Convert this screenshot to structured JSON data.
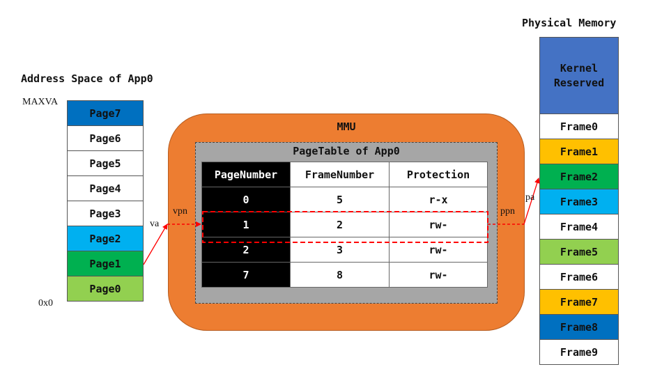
{
  "address_space": {
    "title": "Address Space of App0",
    "top_label": "MAXVA",
    "bottom_label": "0x0",
    "pages": [
      {
        "label": "Page7",
        "color": "#0070c0"
      },
      {
        "label": "Page6",
        "color": "#ffffff"
      },
      {
        "label": "Page5",
        "color": "#ffffff"
      },
      {
        "label": "Page4",
        "color": "#ffffff"
      },
      {
        "label": "Page3",
        "color": "#ffffff"
      },
      {
        "label": "Page2",
        "color": "#00b0f0"
      },
      {
        "label": "Page1",
        "color": "#00b050"
      },
      {
        "label": "Page0",
        "color": "#92d050"
      }
    ]
  },
  "mmu": {
    "label": "MMU",
    "color": "#ed7d31",
    "page_table": {
      "title": "PageTable of App0",
      "headers": [
        "PageNumber",
        "FrameNumber",
        "Protection"
      ],
      "rows": [
        [
          "0",
          "5",
          "r-x"
        ],
        [
          "1",
          "2",
          "rw-"
        ],
        [
          "2",
          "3",
          "rw-"
        ],
        [
          "7",
          "8",
          "rw-"
        ]
      ]
    }
  },
  "physical_memory": {
    "title": "Physical Memory",
    "kernel": {
      "line1": "Kernel",
      "line2": "Reserved",
      "color": "#4472c4"
    },
    "frames": [
      {
        "label": "Frame0",
        "color": "#ffffff"
      },
      {
        "label": "Frame1",
        "color": "#ffc000"
      },
      {
        "label": "Frame2",
        "color": "#00b050"
      },
      {
        "label": "Frame3",
        "color": "#00b0f0"
      },
      {
        "label": "Frame4",
        "color": "#ffffff"
      },
      {
        "label": "Frame5",
        "color": "#92d050"
      },
      {
        "label": "Frame6",
        "color": "#ffffff"
      },
      {
        "label": "Frame7",
        "color": "#ffc000"
      },
      {
        "label": "Frame8",
        "color": "#0070c0"
      },
      {
        "label": "Frame9",
        "color": "#ffffff"
      }
    ]
  },
  "arrows": {
    "va": "va",
    "vpn": "vpn",
    "ppn": "ppn",
    "pa": "pa",
    "color": "#ff0000"
  }
}
